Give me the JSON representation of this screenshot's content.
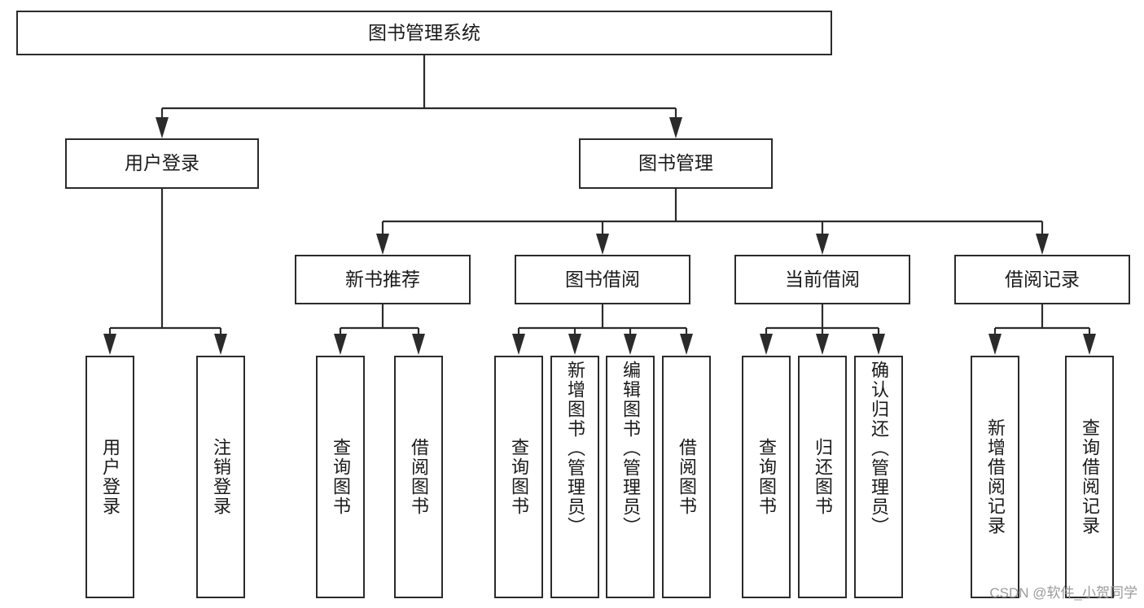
{
  "diagram": {
    "type": "tree",
    "title": "图书管理系统",
    "root": {
      "label": "图书管理系统"
    },
    "level2": [
      {
        "label": "用户登录"
      },
      {
        "label": "图书管理"
      }
    ],
    "level3": [
      {
        "label": "新书推荐"
      },
      {
        "label": "图书借阅"
      },
      {
        "label": "当前借阅"
      },
      {
        "label": "借阅记录"
      }
    ],
    "leaves": [
      {
        "label": "用户登录"
      },
      {
        "label": "注销登录"
      },
      {
        "label": "查询图书"
      },
      {
        "label": "借阅图书"
      },
      {
        "label": "查询图书"
      },
      {
        "label": "新增图书（管理员）"
      },
      {
        "label": "编辑图书（管理员）"
      },
      {
        "label": "借阅图书"
      },
      {
        "label": "查询图书"
      },
      {
        "label": "归还图书"
      },
      {
        "label": "确认归还（管理员）"
      },
      {
        "label": "新增借阅记录"
      },
      {
        "label": "查询借阅记录"
      }
    ],
    "colors": {
      "stroke": "#2b2b2b",
      "fill": "#ffffff",
      "text": "#1a1a1a",
      "watermark": "#9a9a9a"
    }
  },
  "watermark": {
    "text": "CSDN @软件_小贺同学"
  }
}
